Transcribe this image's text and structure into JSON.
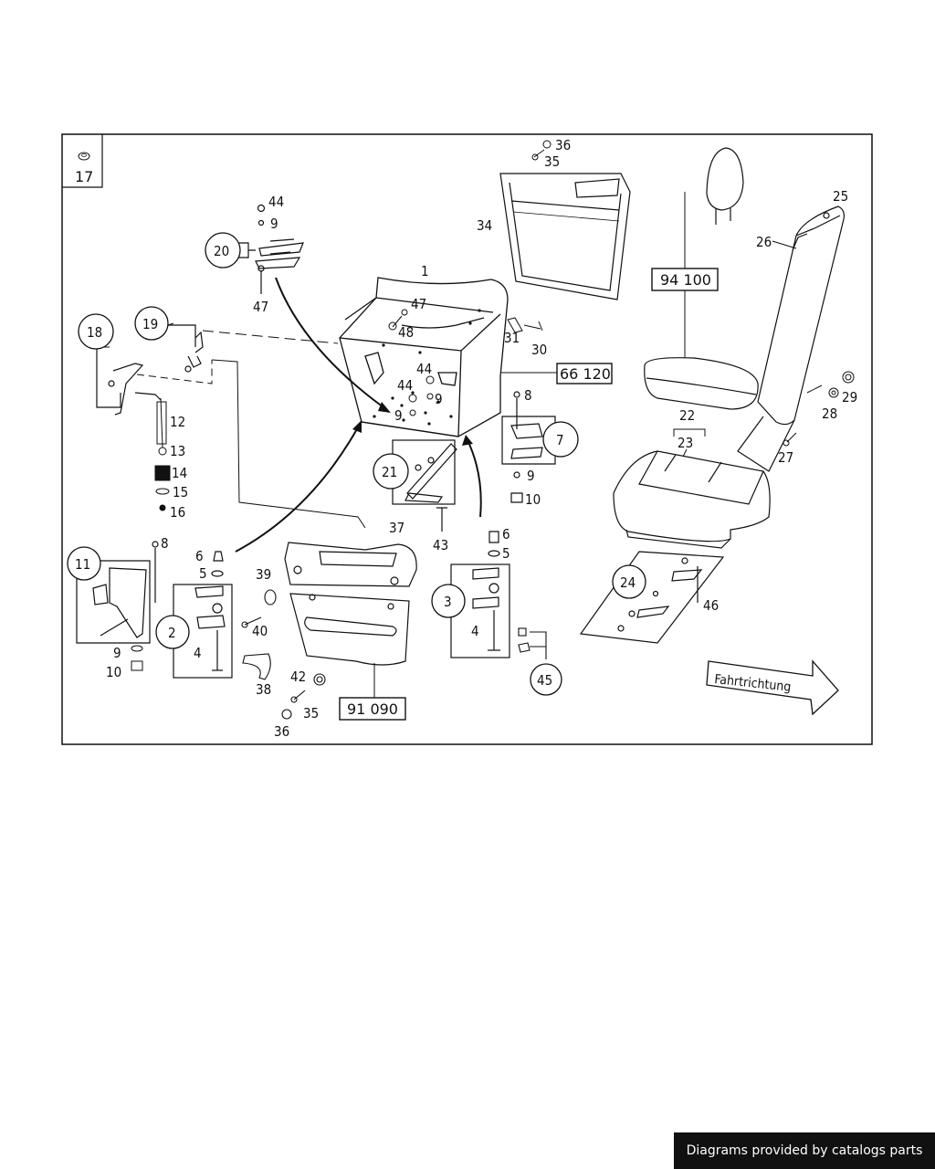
{
  "corner_tag": "17",
  "ref_boxes": {
    "b94100": "94 100",
    "b66120": "66 120",
    "b91090": "91 090"
  },
  "circles": {
    "c20": "20",
    "c19": "19",
    "c18": "18",
    "c21": "21",
    "c7": "7",
    "c11": "11",
    "c2": "2",
    "c3": "3",
    "c45": "45",
    "c24": "24"
  },
  "labels": {
    "l36a": "36",
    "l35a": "35",
    "l34": "34",
    "l25": "25",
    "l26": "26",
    "l44a": "44",
    "l9a": "9",
    "l47a": "47",
    "l1": "1",
    "l47b": "47",
    "l48": "48",
    "l31": "31",
    "l30": "30",
    "l44b": "44",
    "l44c": "44",
    "l9b": "9",
    "l9c": "9",
    "l8a": "8",
    "l9d": "9",
    "l10a": "10",
    "l12": "12",
    "l13": "13",
    "l14": "14",
    "l15": "15",
    "l16": "16",
    "l29": "29",
    "l28": "28",
    "l27": "27",
    "l22": "22",
    "l23": "23",
    "l43": "43",
    "l37": "37",
    "l8b": "8",
    "l6a": "6",
    "l5a": "5",
    "l4a": "4",
    "l39": "39",
    "l40": "40",
    "l38": "38",
    "l42": "42",
    "l35b": "35",
    "l36b": "36",
    "l9e": "9",
    "l10b": "10",
    "l6b": "6",
    "l5b": "5",
    "l4b": "4",
    "l46": "46"
  },
  "direction_label": "Fahrtrichtung",
  "credit": "Diagrams provided by catalogs parts"
}
